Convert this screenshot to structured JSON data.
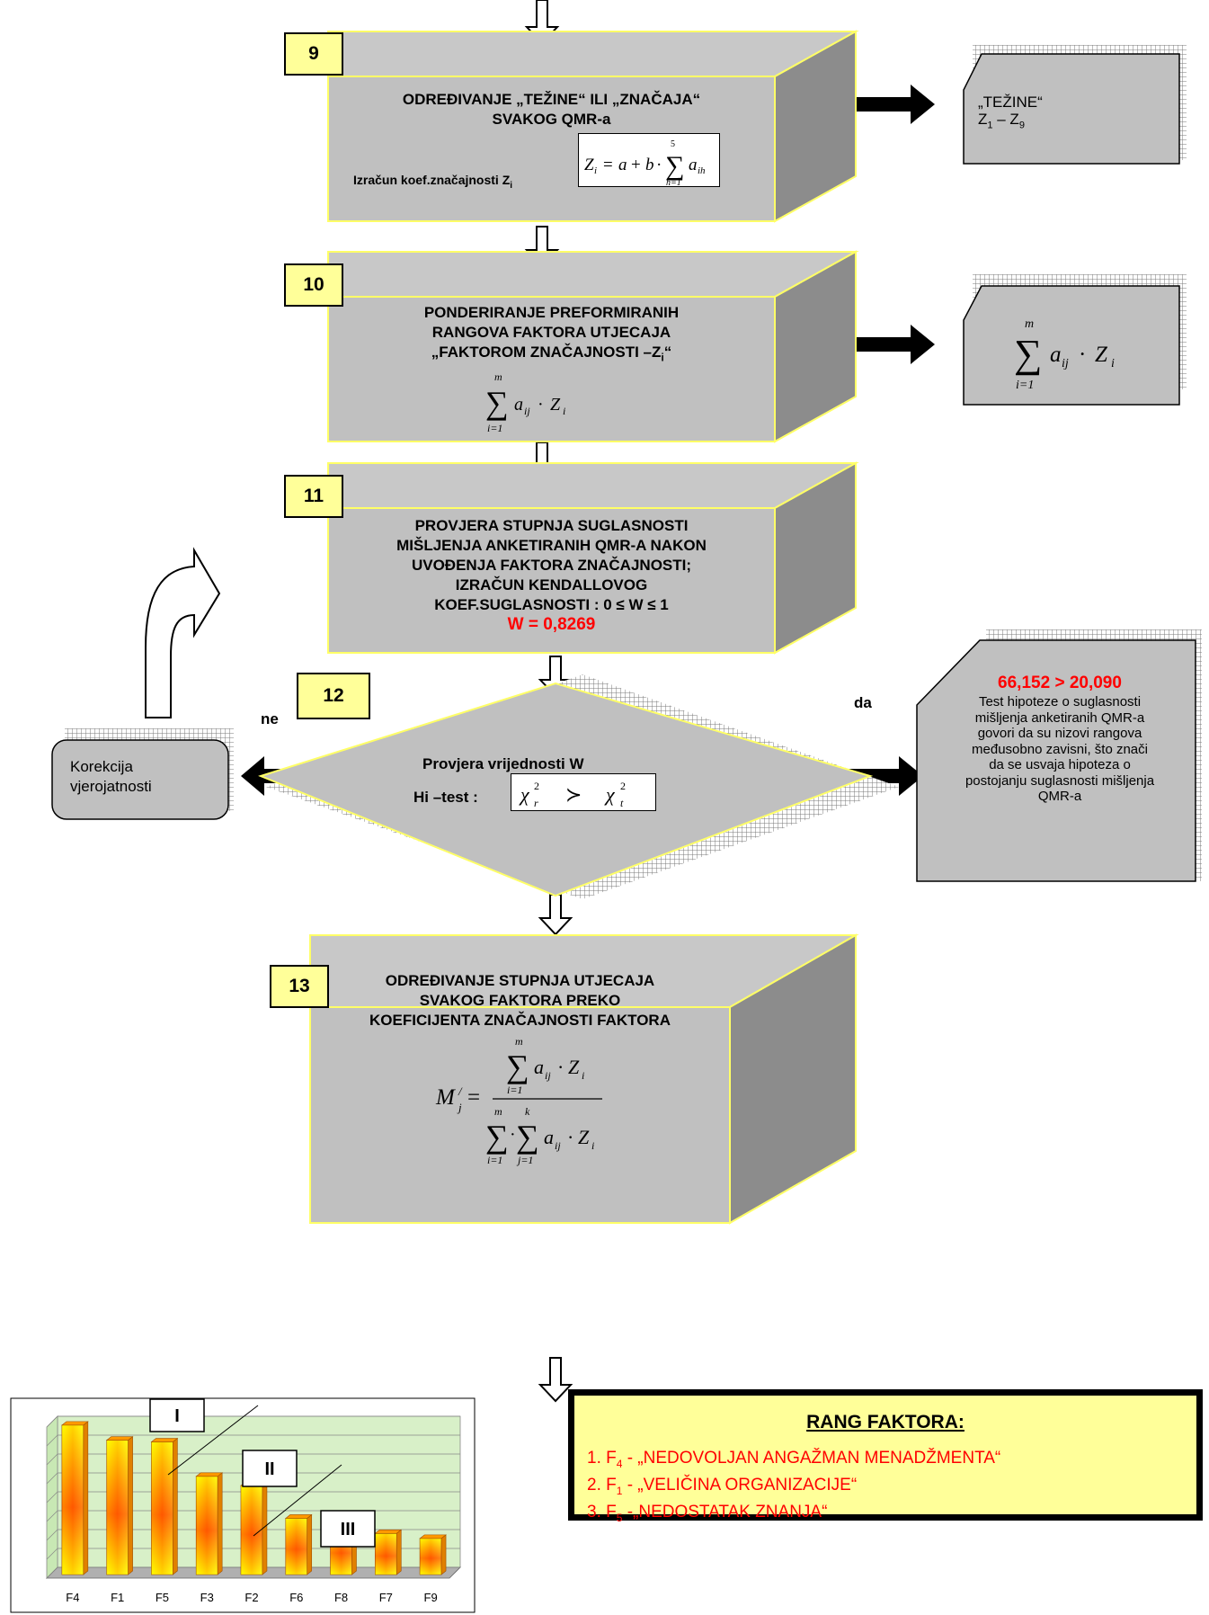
{
  "step9": {
    "number": "9",
    "title_lines": [
      "ODREĐIVANJE „TEŽINE“ ILI „ZNAČAJA“",
      "SVAKOG QMR-a"
    ],
    "sublabel": "Izračun koef.značajnosti Z",
    "sublabel_sub": "i",
    "formula": "Zi = a + b · Σ(h=1..5) aih"
  },
  "card_tezine": {
    "line1": "„TEŽINE“",
    "line2": "Z1 – Z9"
  },
  "step10": {
    "number": "10",
    "title_lines": [
      "PONDERIRANJE PREFORMIRANIH",
      "RANGOVA FAKTORA UTJECAJA",
      "„FAKTOROM ZNAČAJNOSTI –Z"
    ],
    "title_tail": "i“",
    "formula": "Σ(i=1..m) aij · Zi"
  },
  "card_sum": {
    "formula": "Σ(i=1..m) aij · Zi"
  },
  "step11": {
    "number": "11",
    "title_lines": [
      "PROVJERA STUPNJA SUGLASNOSTI",
      "MIŠLJENJA ANKETIRANIH QMR-A NAKON",
      "UVOĐENJA FAKTORA ZNAČAJNOSTI;",
      "IZRAČUN KENDALLOVOG",
      "KOEF.SUGLASNOSTI : 0 ≤ W ≤ 1"
    ],
    "result": "W = 0,8269"
  },
  "step12": {
    "number": "12",
    "question": "Provjera vrijednosti  W",
    "test_label": "Hi –test :",
    "formula": "χr² ≻ χt²",
    "no_label": "ne",
    "yes_label": "da"
  },
  "correction": {
    "line1": "Korekcija",
    "line2": "vjerojatnosti"
  },
  "yes_card": {
    "result": "66,152 > 20,090",
    "lines": [
      "Test hipoteze o suglasnosti",
      "mišljenja anketiranih QMR-a",
      "govori da su nizovi rangova",
      "međusobno zavisni, što znači",
      "da se usvaja hipoteza o",
      "postojanju suglasnosti mišljenja",
      "QMR-a"
    ]
  },
  "step13": {
    "number": "13",
    "title_lines": [
      "ODREĐIVANJE STUPNJA UTJECAJA",
      "SVAKOG FAKTORA PREKO",
      "KOEFICIJENTA ZNAČAJNOSTI FAKTORA"
    ],
    "formula": "M'j = Σ(i=1..m) aij·Zi / Σ(i=1..m) Σ(j=1..k) aij·Zi"
  },
  "rang": {
    "title": "RANG FAKTORA:",
    "items": [
      {
        "num": "1. F",
        "sub": "4",
        "text": " - „NEDOVOLJAN ANGAŽMAN MENADŽMENTA“"
      },
      {
        "num": "2. F",
        "sub": "1",
        "text": " - „VELIČINA ORGANIZACIJE“"
      },
      {
        "num": "3. F",
        "sub": "5",
        "text": "  -„NEDOSTATAK ZNANJA“"
      }
    ]
  },
  "chart_data": {
    "type": "bar",
    "categories": [
      "F4",
      "F1",
      "F5",
      "F3",
      "F2",
      "F6",
      "F8",
      "F7",
      "F9"
    ],
    "values": [
      0.178,
      0.16,
      0.158,
      0.117,
      0.106,
      0.067,
      0.057,
      0.049,
      0.043
    ],
    "ylim": [
      0,
      0.18
    ],
    "grid": true,
    "group_labels": [
      "I",
      "II",
      "III"
    ],
    "title": "",
    "xlabel": "",
    "ylabel": ""
  },
  "colors": {
    "box_face": "#c0c0c0",
    "box_side": "#8c8c8c",
    "box_border": "#ffff66",
    "number_box": "#ffff99",
    "result_red": "#ff0000",
    "chart_bg": "#d8f0c8"
  }
}
